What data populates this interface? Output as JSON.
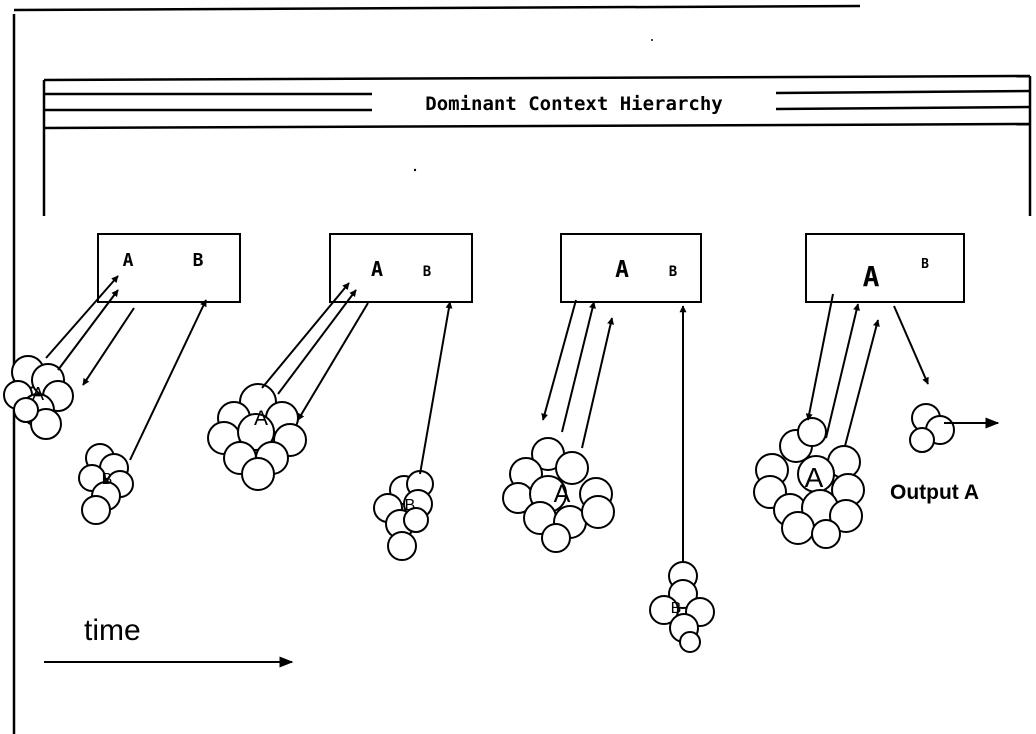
{
  "header": {
    "title": "Dominant Context Hierarchy"
  },
  "stages": [
    {
      "label_a": "A",
      "label_b": "B"
    },
    {
      "label_a": "A",
      "label_b": "B"
    },
    {
      "label_a": "A",
      "label_b": "B"
    },
    {
      "label_a": "A",
      "label_b": "B"
    }
  ],
  "clusters": {
    "a": "A",
    "b": "B"
  },
  "time_label": "time",
  "output_label": "Output A"
}
